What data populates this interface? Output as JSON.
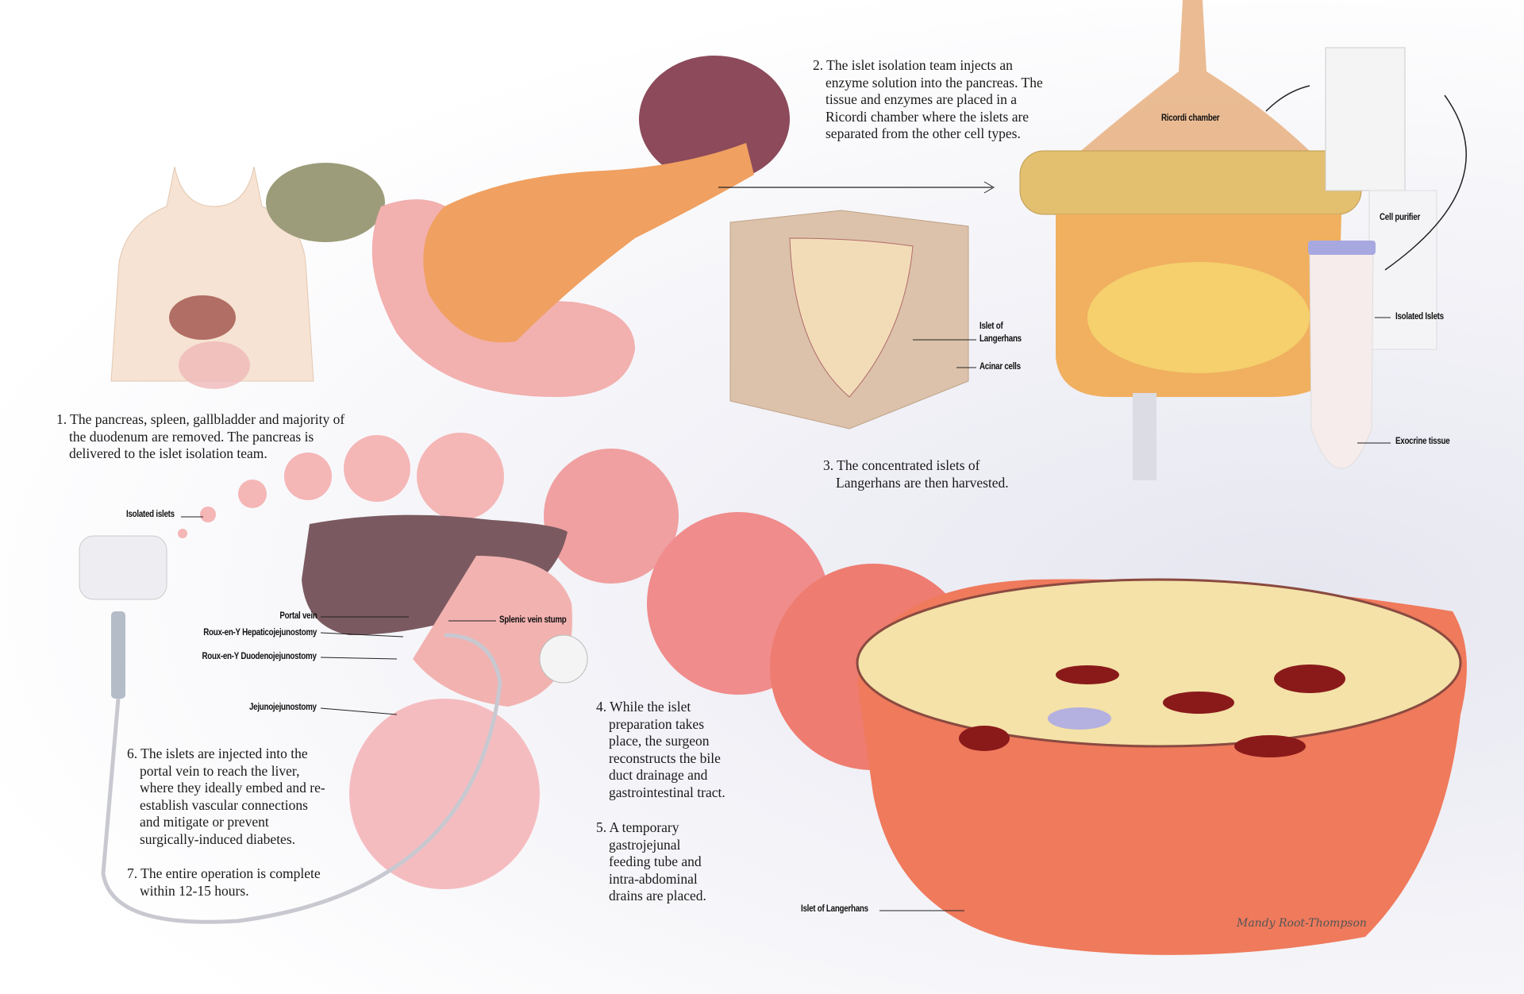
{
  "steps": [
    {
      "text": "1. The pancreas, spleen, gallbladder and majority of the duodenum are removed. The pancreas is delivered to the islet isolation team."
    },
    {
      "text": "2. The islet isolation team injects an enzyme solution into the pancreas. The tissue and enzymes are placed in a Ricordi chamber where the islets are separated from the other cell types."
    },
    {
      "text": "3. The concentrated islets of Langerhans are then harvested."
    },
    {
      "text": "4. While the islet preparation takes place, the surgeon reconstructs the bile duct drainage and gastrointestinal tract."
    },
    {
      "text": "5. A temporary gastrojejunal feeding tube and intra-abdominal drains are placed."
    },
    {
      "text": "6. The islets are injected into the portal vein to reach the liver, where they ideally embed and re-establish vascular connections and mitigate or prevent surgically-induced diabetes."
    },
    {
      "text": "7. The entire operation is complete within 12-15 hours."
    }
  ],
  "labels": {
    "ricordi_chamber": "Ricordi chamber",
    "cell_purifier": "Cell purifier",
    "isolated_islets_tube": "Isolated Islets",
    "exocrine_tissue": "Exocrine tissue",
    "islet_of_langerhans_block": "Islet of Langerhans",
    "acinar_cells": "Acinar cells",
    "isolated_islets": "Isolated islets",
    "portal_vein": "Portal vein",
    "hepaticojejunostomy": "Roux-en-Y Hepaticojejunostomy",
    "duodenojejunostomy": "Roux-en-Y Duodenojejunostomy",
    "splenic_vein_stump": "Splenic vein stump",
    "jejunojejunostomy": "Jejunojejunostomy",
    "islet_of_langerhans_large": "Islet of Langerhans"
  },
  "signature": "Mandy Root-Thompson"
}
